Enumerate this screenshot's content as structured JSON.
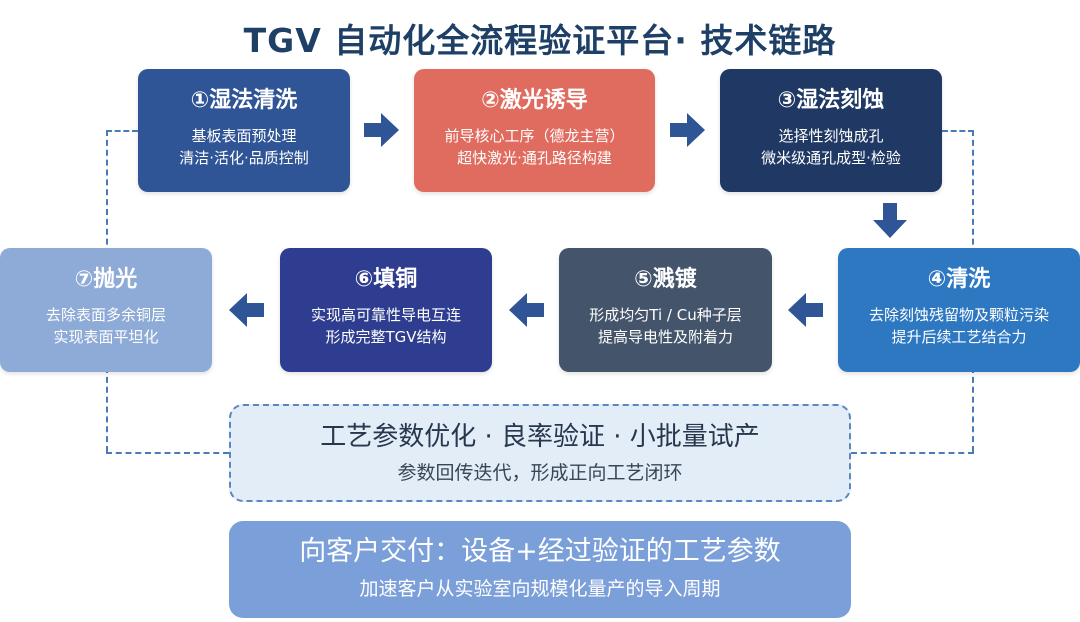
{
  "title": "TGV 自动化全流程验证平台· 技术链路",
  "steps": [
    {
      "head": "①湿法清洗",
      "line1": "基板表面预处理",
      "line2": "清洁·活化·品质控制",
      "color": "#2f5597"
    },
    {
      "head": "②激光诱导",
      "line1": "前导核心工序（德龙主营）",
      "line2": "超快激光·通孔路径构建",
      "color": "#e06b5f"
    },
    {
      "head": "③湿法刻蚀",
      "line1": "选择性刻蚀成孔",
      "line2": "微米级通孔成型·检验",
      "color": "#1f3864"
    },
    {
      "head": "④清洗",
      "line1": "去除刻蚀残留物及颗粒污染",
      "line2": "提升后续工艺结合力",
      "color": "#2e78c2"
    },
    {
      "head": "⑤溅镀",
      "line1": "形成均匀Ti / Cu种子层",
      "line2": "提高导电性及附着力",
      "color": "#44546a"
    },
    {
      "head": "⑥填铜",
      "line1": "实现高可靠性导电互连",
      "line2": "形成完整TGV结构",
      "color": "#2e3d8f"
    },
    {
      "head": "⑦抛光",
      "line1": "去除表面多余铜层",
      "line2": "实现表面平坦化",
      "color": "#8eaad6"
    }
  ],
  "process": {
    "line1": "工艺参数优化 · 良率验证 · 小批量试产",
    "line2": "参数回传迭代，形成正向工艺闭环"
  },
  "deliver": {
    "line1": "向客户交付：设备+经过验证的工艺参数",
    "line2": "加速客户从实验室向规模化量产的导入周期"
  },
  "colors": {
    "arrow": "#2f5597",
    "dashed_line": "#4a7bb7",
    "title": "#1e3f66"
  }
}
